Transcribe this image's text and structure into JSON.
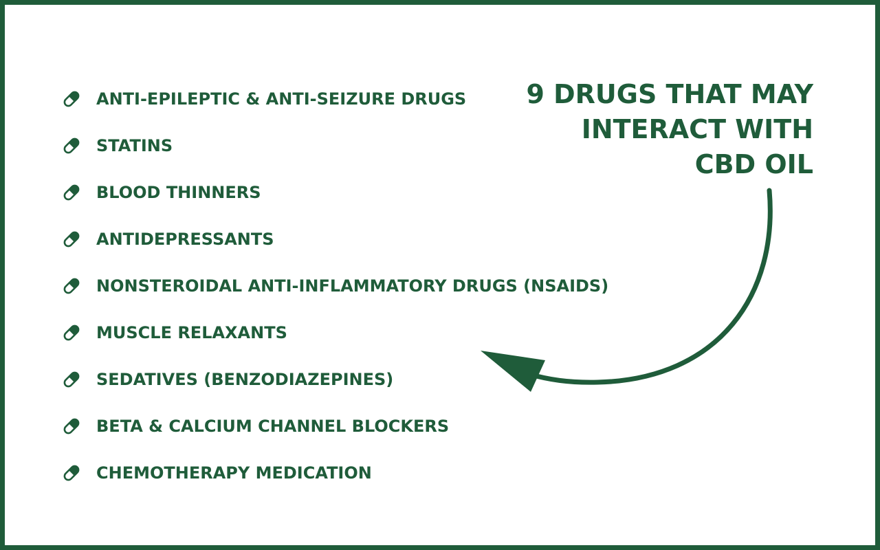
{
  "headline": {
    "lines": [
      "9 DRUGS THAT MAY",
      "INTERACT WITH",
      "CBD OIL"
    ]
  },
  "drugs": [
    "ANTI-EPILEPTIC & ANTI-SEIZURE DRUGS",
    "STATINS",
    "BLOOD THINNERS",
    "ANTIDEPRESSANTS",
    "NONSTEROIDAL ANTI-INFLAMMATORY DRUGS (NSAIDS)",
    "MUSCLE RELAXANTS",
    "SEDATIVES (BENZODIAZEPINES)",
    "BETA & CALCIUM CHANNEL BLOCKERS",
    "CHEMOTHERAPY MEDICATION"
  ],
  "icons": {
    "bullet": "pill-capsule-icon",
    "pointer": "curved-arrow-icon"
  },
  "colors": {
    "accent": "#1f5c3a",
    "background": "#ffffff"
  }
}
